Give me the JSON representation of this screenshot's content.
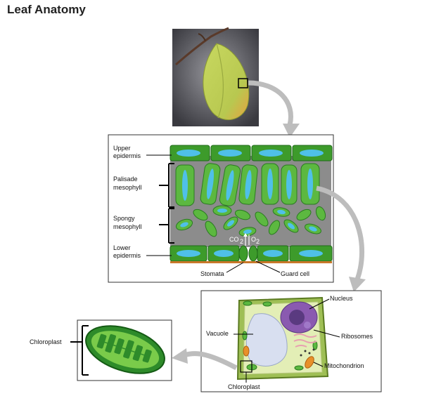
{
  "title": "Leaf Anatomy",
  "cross_section": {
    "upper_epidermis": [
      "Upper",
      "epidermis"
    ],
    "palisade_mesophyll": [
      "Palisade",
      "mesophyll"
    ],
    "spongy_mesophyll": [
      "Spongy",
      "mesophyll"
    ],
    "lower_epidermis": [
      "Lower",
      "epidermis"
    ],
    "stomata": "Stomata",
    "guard_cell": "Guard cell",
    "gas_co2": "CO",
    "gas_o2": "O"
  },
  "plant_cell": {
    "nucleus": "Nucleus",
    "vacuole": "Vacuole",
    "ribosomes": "Ribosomes",
    "mitochondrion": "Mitochondrion",
    "chloroplast": "Chloroplast"
  },
  "chloroplast_detail": {
    "label": "Chloroplast"
  },
  "colors": {
    "leaf_green": "#4caf2b",
    "cell_green": "#5cb840",
    "vacuole_blue": "#4fc0e8",
    "gray_bg": "#8a8a8a",
    "arrow_gray": "#c8c8c8",
    "nucleus_purple": "#8a5ab0"
  }
}
